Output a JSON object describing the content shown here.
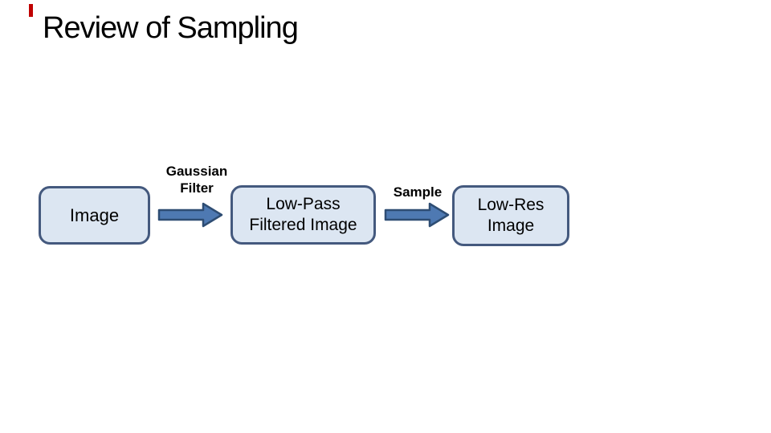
{
  "slide": {
    "title": "Review of Sampling",
    "title_color": "#000000",
    "background_color": "#FFFFFF",
    "accent_dash_color": "#C00000"
  },
  "diagram": {
    "nodes": [
      {
        "lines": [
          "Image"
        ]
      },
      {
        "lines": [
          "Low-Pass",
          "Filtered Image"
        ]
      },
      {
        "lines": [
          "Low-Res",
          "Image"
        ]
      }
    ],
    "arrows": [
      {
        "label_lines": [
          "Gaussian",
          "Filter"
        ]
      },
      {
        "label_lines": [
          "Sample"
        ]
      }
    ],
    "colors": {
      "node_fill": "#DCE6F2",
      "node_border": "#44597E",
      "arrow_fill": "#4E79B2",
      "arrow_border": "#2E4D73",
      "label_text": "#000000"
    }
  }
}
